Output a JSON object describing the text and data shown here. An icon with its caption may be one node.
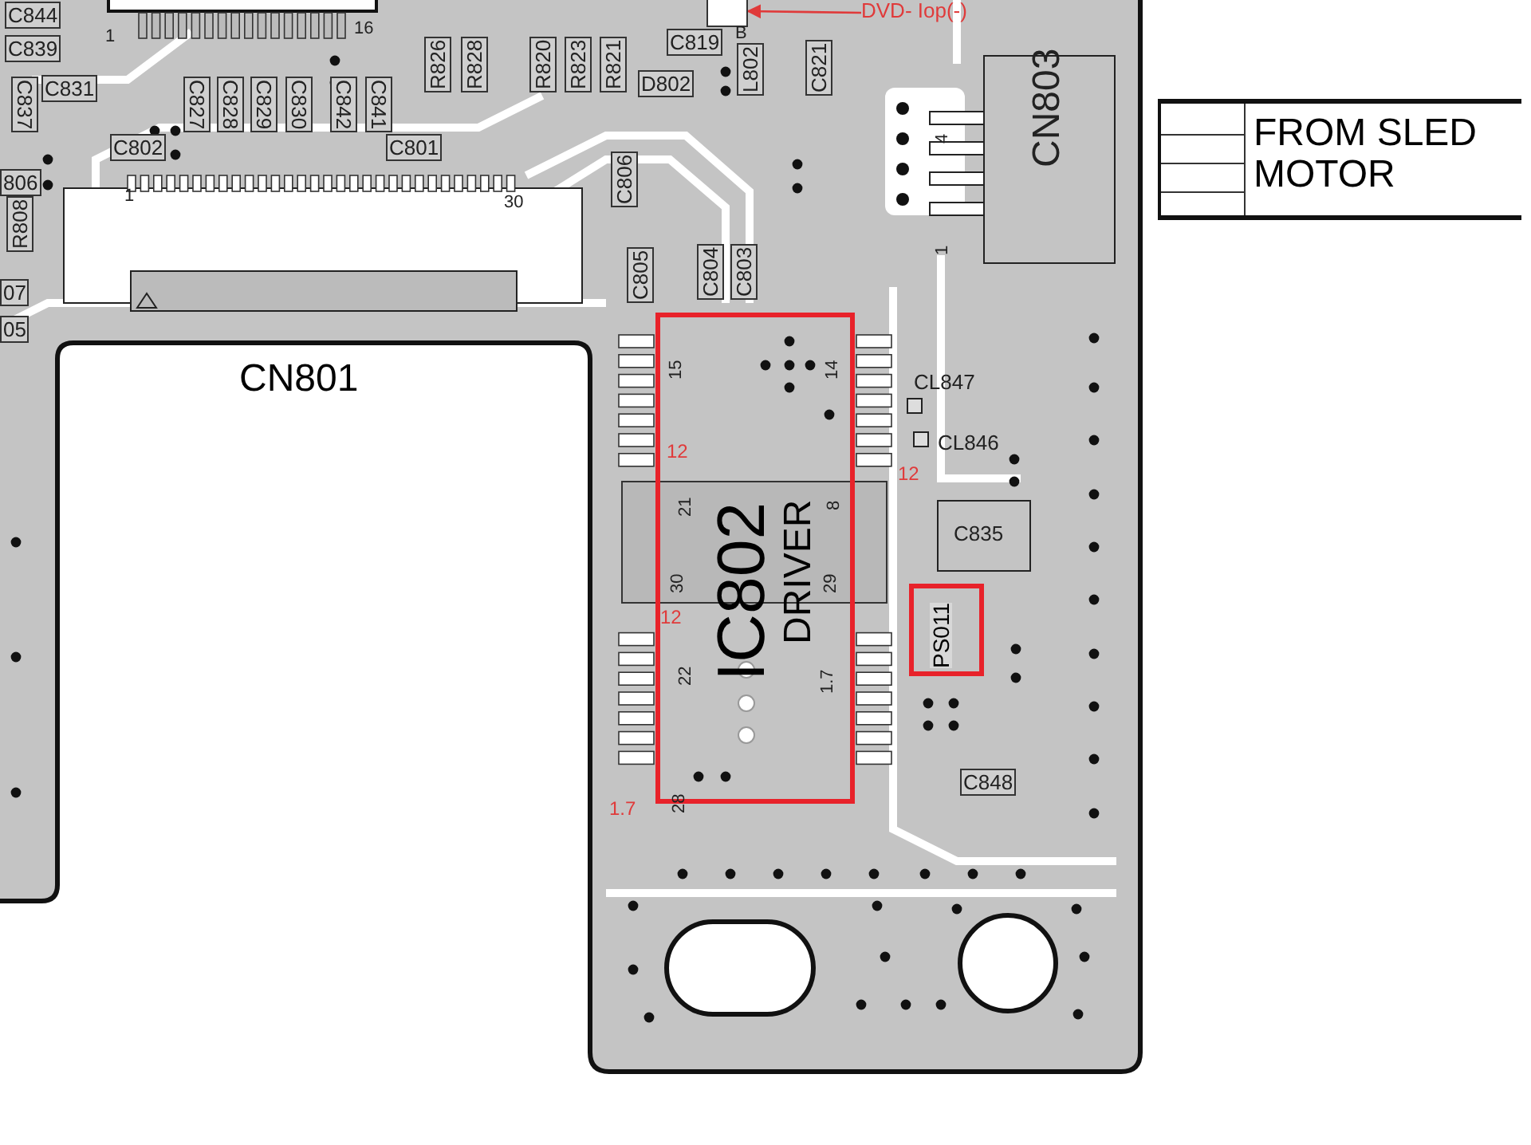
{
  "diagram": {
    "nodes": [
      {
        "text": [
          "IC802",
          "DRIVER"
        ]
      },
      {
        "text": [
          "PS011"
        ]
      },
      {
        "text": [
          "CN801"
        ]
      },
      {
        "text": [
          "FROM SLED MOTOR"
        ]
      },
      {
        "text": [
          "DVD- Iop(-)"
        ]
      },
      {
        "text": [],
        "shape": "box"
      }
    ],
    "edges": [
      {
        "from": 4,
        "to": 5,
        "arrow": "to",
        "color": "#e03a3a"
      }
    ],
    "labels": [
      "C844",
      "16",
      "C839",
      "1",
      "C837",
      "C831",
      "C827",
      "C828",
      "C829",
      "C830",
      "C842",
      "C841",
      "R826",
      "R828",
      "R820",
      "R823",
      "R821",
      "C802",
      "C801",
      "806",
      "R808",
      "1",
      "30",
      "07",
      "05",
      "B",
      "C819",
      "D802",
      "L802",
      "C821",
      "4",
      "1",
      "CN803",
      "C806",
      "C805",
      "C804",
      "C803",
      "15",
      "14",
      "CL847",
      "12",
      "CL846",
      "21",
      "8",
      "12",
      "C835",
      "30",
      "29",
      "12",
      "22",
      "1.7",
      "1.7",
      "28",
      "C848"
    ]
  }
}
